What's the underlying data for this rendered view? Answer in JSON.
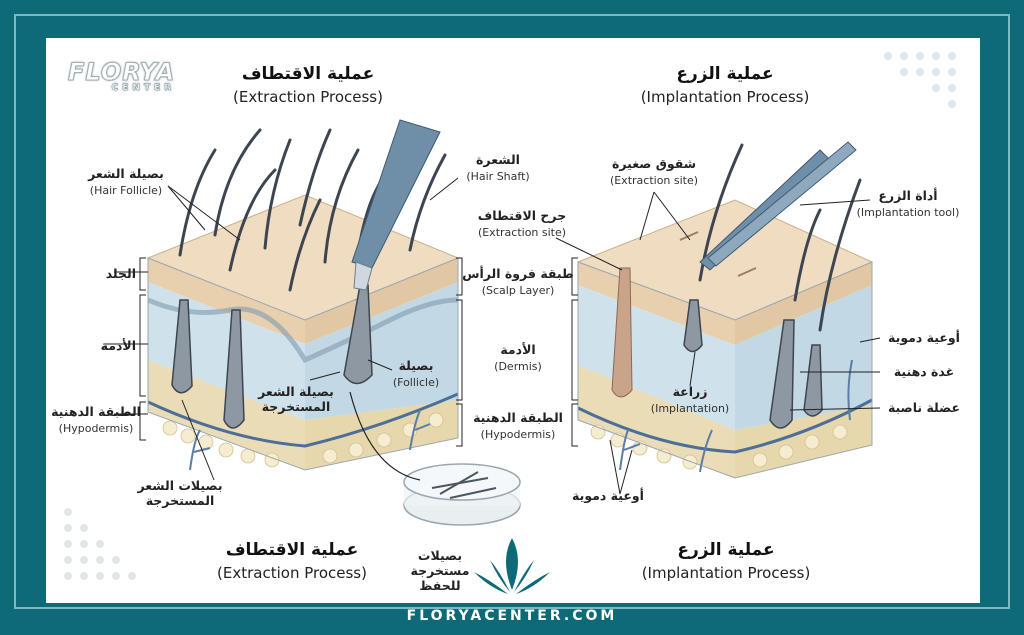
{
  "brand": {
    "logo_main": "FLORYA",
    "logo_sub": "CENTER",
    "footer_url": "FLORYACENTER.COM"
  },
  "extraction": {
    "title_ar": "عملية الاقتطاف",
    "title_en": "(Extraction Process)",
    "labels": {
      "follicle_ar": "بصيلة الشعر",
      "follicle_en": "(Hair Follicle)",
      "shaft_ar": "الشعرة",
      "shaft_en": "(Hair Shaft)",
      "skin_ar": "الجلد",
      "dermis_ar": "الأدمة",
      "hypodermis_ar": "الطبقة الدهنية",
      "hypodermis_en": "(Hypodermis)",
      "extracted_follicles_ar": "بصيلات الشعر المستخرجة",
      "follicle2_ar": "بصيلة",
      "follicle2_en": "(Follicle)",
      "extracted_follicle_ar": "بصيلة الشعر المستخرجة",
      "storage_ar": "بصيلات مستخرجة للحفظ"
    }
  },
  "middle": {
    "scalp_ar": "طبقة فروة الرأس",
    "scalp_en": "(Scalp Layer)",
    "dermis_ar": "الأدمة",
    "dermis_en": "(Dermis)",
    "hypodermis_ar": "الطبقة الدهنية",
    "hypodermis_en": "(Hypodermis)",
    "extraction_site_ar": "جرح الاقتطاف",
    "extraction_site_en": "(Extraction site)"
  },
  "implantation": {
    "title_ar": "عملية الزرع",
    "title_en": "(Implantation Process)",
    "labels": {
      "small_slits_ar": "شقوق صغيرة",
      "small_slits_en": "(Extraction site)",
      "tool_ar": "أداة الزرع",
      "tool_en": "(Implantation tool)",
      "vessels_ar": "أوعية دموية",
      "sebaceous_ar": "غدة دهنية",
      "erector_ar": "عضلة ناصبة",
      "implant_ar": "زراعة",
      "implant_en": "(Implantation)",
      "vessels2_ar": "أوعية دموية"
    }
  },
  "colors": {
    "frame": "#0f6a78",
    "skin_top": "#f0dcc0",
    "dermis": "#c9dde8",
    "fat": "#efe2bd",
    "hair": "#3d4650"
  }
}
